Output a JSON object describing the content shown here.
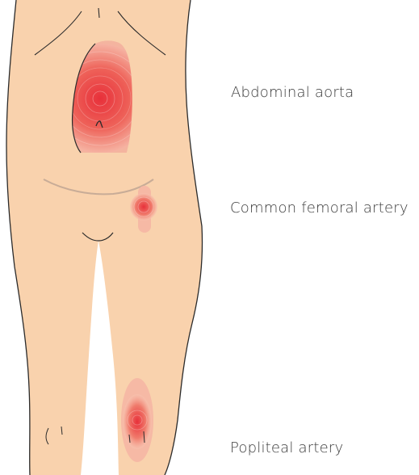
{
  "labels": {
    "abdominal_aorta": "Abdominal aorta",
    "common_femoral_artery": "Common femoral artery",
    "popliteal_artery": "Popliteal artery"
  },
  "colors": {
    "skin": "#f9d2ad",
    "outline": "#2b2b2b",
    "pulse_center": "#e8303a",
    "pulse_edge": "#f4a79b",
    "text": "#3a3a3a"
  },
  "icons": {
    "body": "lower-torso-legs-figure",
    "pulses": [
      "abdominal-aorta-pulse",
      "femoral-pulse",
      "popliteal-pulse"
    ]
  }
}
